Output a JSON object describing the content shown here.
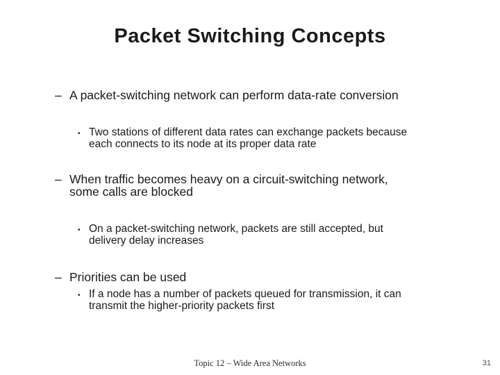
{
  "slide": {
    "title": "Packet Switching Concepts",
    "bullets": [
      {
        "level": 1,
        "marker": "–",
        "text": "A packet-switching network can perform data-rate conversion"
      },
      {
        "level": 2,
        "marker": "•",
        "text": "Two stations of different data rates can exchange packets because\neach connects to its node at its proper data rate"
      },
      {
        "level": 1,
        "marker": "–",
        "text": "When traffic becomes heavy on a circuit-switching network,\nsome calls are blocked"
      },
      {
        "level": 2,
        "marker": "•",
        "text": "On a packet-switching network, packets are still accepted, but\ndelivery delay increases"
      },
      {
        "level": 1,
        "marker": "–",
        "text": "Priorities can be used"
      },
      {
        "level": 2,
        "marker": "•",
        "text": "If a node has a number of packets queued for transmission, it can\ntransmit the higher-priority packets first"
      }
    ],
    "footer": {
      "topic": "Topic 12 – Wide Area Networks",
      "page": "31"
    }
  }
}
